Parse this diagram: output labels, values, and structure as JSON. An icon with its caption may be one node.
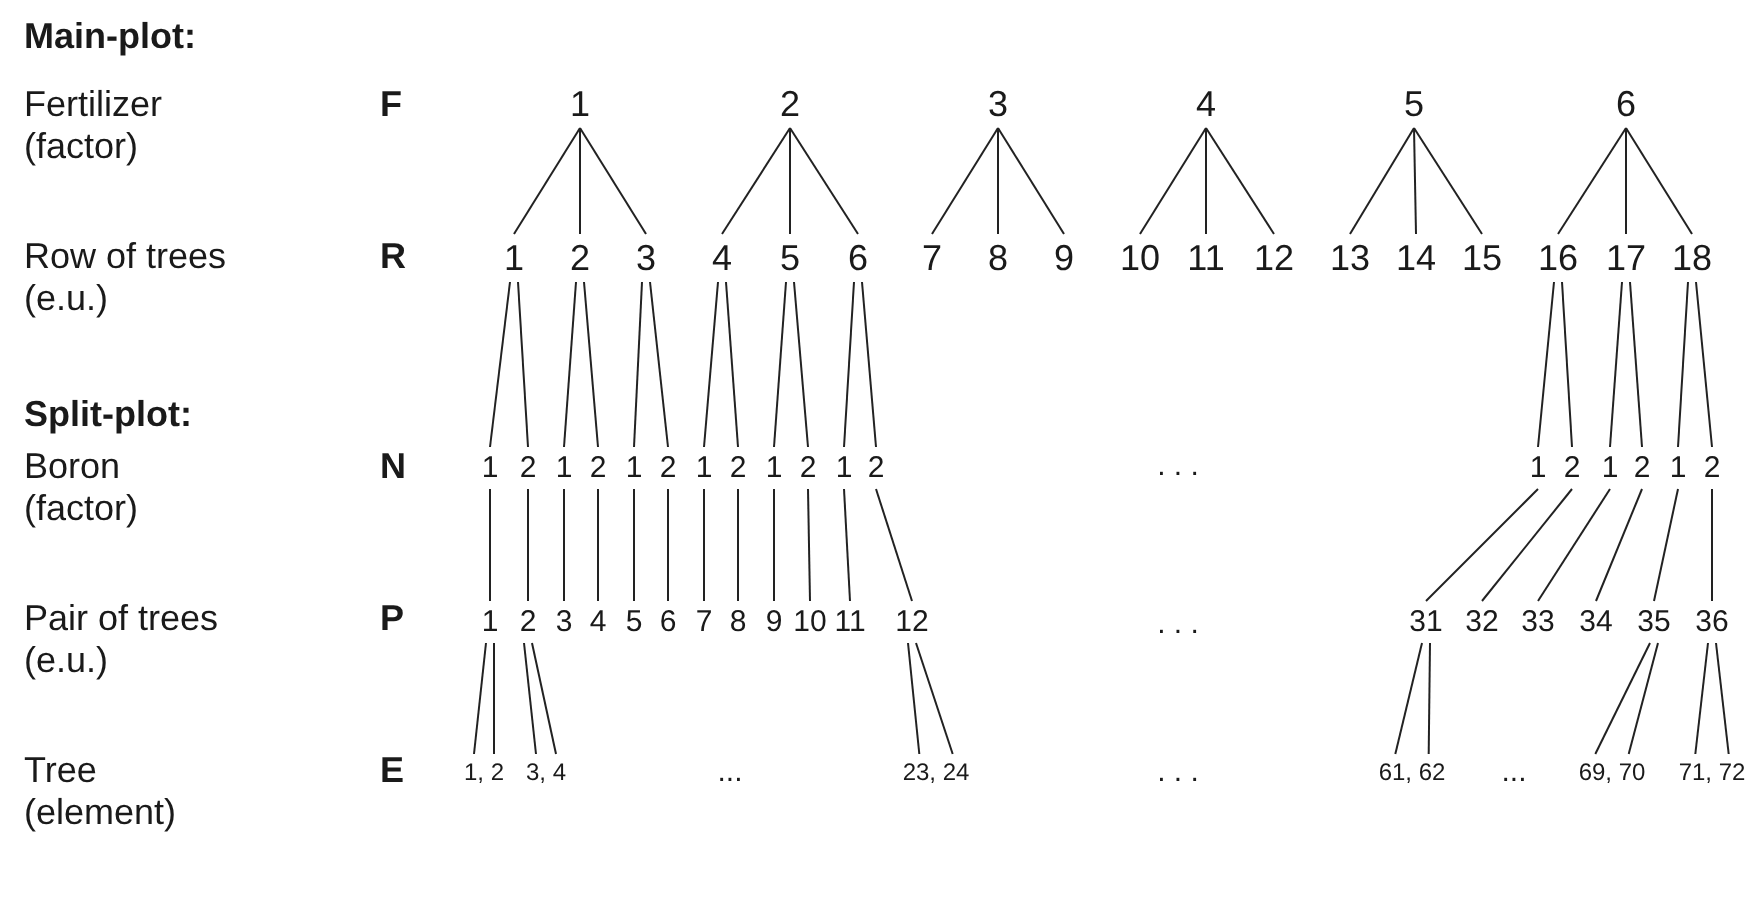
{
  "diagram": {
    "nodes": [
      {
        "text": [
          "1"
        ]
      },
      {
        "text": [
          "2"
        ]
      },
      {
        "text": [
          "3"
        ]
      },
      {
        "text": [
          "4"
        ]
      },
      {
        "text": [
          "5"
        ]
      },
      {
        "text": [
          "6"
        ]
      },
      {
        "text": [
          "1"
        ]
      },
      {
        "text": [
          "2"
        ]
      },
      {
        "text": [
          "3"
        ]
      },
      {
        "text": [
          "4"
        ]
      },
      {
        "text": [
          "5"
        ]
      },
      {
        "text": [
          "6"
        ]
      },
      {
        "text": [
          "7"
        ]
      },
      {
        "text": [
          "8"
        ]
      },
      {
        "text": [
          "9"
        ]
      },
      {
        "text": [
          "10"
        ]
      },
      {
        "text": [
          "11"
        ]
      },
      {
        "text": [
          "12"
        ]
      },
      {
        "text": [
          "13"
        ]
      },
      {
        "text": [
          "14"
        ]
      },
      {
        "text": [
          "15"
        ]
      },
      {
        "text": [
          "16"
        ]
      },
      {
        "text": [
          "17"
        ]
      },
      {
        "text": [
          "18"
        ]
      },
      {
        "text": [
          "1"
        ]
      },
      {
        "text": [
          "2"
        ]
      },
      {
        "text": [
          "1"
        ]
      },
      {
        "text": [
          "2"
        ]
      },
      {
        "text": [
          "1"
        ]
      },
      {
        "text": [
          "2"
        ]
      },
      {
        "text": [
          "1"
        ]
      },
      {
        "text": [
          "2"
        ]
      },
      {
        "text": [
          "1"
        ]
      },
      {
        "text": [
          "2"
        ]
      },
      {
        "text": [
          "1"
        ]
      },
      {
        "text": [
          "2"
        ]
      },
      {
        "text": [
          "1"
        ]
      },
      {
        "text": [
          "2"
        ]
      },
      {
        "text": [
          "1"
        ]
      },
      {
        "text": [
          "2"
        ]
      },
      {
        "text": [
          "1"
        ]
      },
      {
        "text": [
          "2"
        ]
      },
      {
        "text": [
          "1"
        ]
      },
      {
        "text": [
          "2"
        ]
      },
      {
        "text": [
          "3"
        ]
      },
      {
        "text": [
          "4"
        ]
      },
      {
        "text": [
          "5"
        ]
      },
      {
        "text": [
          "6"
        ]
      },
      {
        "text": [
          "7"
        ]
      },
      {
        "text": [
          "8"
        ]
      },
      {
        "text": [
          "9"
        ]
      },
      {
        "text": [
          "10"
        ]
      },
      {
        "text": [
          "11"
        ]
      },
      {
        "text": [
          "12"
        ]
      },
      {
        "text": [
          "31"
        ]
      },
      {
        "text": [
          "32"
        ]
      },
      {
        "text": [
          "33"
        ]
      },
      {
        "text": [
          "34"
        ]
      },
      {
        "text": [
          "35"
        ]
      },
      {
        "text": [
          "36"
        ]
      },
      {
        "text": [
          "1, 2"
        ]
      },
      {
        "text": [
          "3, 4"
        ]
      },
      {
        "text": [
          "23, 24"
        ]
      },
      {
        "text": [
          "61, 62"
        ]
      },
      {
        "text": [
          "69, 70"
        ]
      },
      {
        "text": [
          "71, 72"
        ]
      }
    ],
    "edges": [
      {
        "from": 0,
        "to": 6,
        "arrow": "none"
      },
      {
        "from": 0,
        "to": 7,
        "arrow": "none"
      },
      {
        "from": 0,
        "to": 8,
        "arrow": "none"
      },
      {
        "from": 1,
        "to": 9,
        "arrow": "none"
      },
      {
        "from": 1,
        "to": 10,
        "arrow": "none"
      },
      {
        "from": 1,
        "to": 11,
        "arrow": "none"
      },
      {
        "from": 2,
        "to": 12,
        "arrow": "none"
      },
      {
        "from": 2,
        "to": 13,
        "arrow": "none"
      },
      {
        "from": 2,
        "to": 14,
        "arrow": "none"
      },
      {
        "from": 3,
        "to": 15,
        "arrow": "none"
      },
      {
        "from": 3,
        "to": 16,
        "arrow": "none"
      },
      {
        "from": 3,
        "to": 17,
        "arrow": "none"
      },
      {
        "from": 4,
        "to": 18,
        "arrow": "none"
      },
      {
        "from": 4,
        "to": 19,
        "arrow": "none"
      },
      {
        "from": 4,
        "to": 20,
        "arrow": "none"
      },
      {
        "from": 5,
        "to": 21,
        "arrow": "none"
      },
      {
        "from": 5,
        "to": 22,
        "arrow": "none"
      },
      {
        "from": 5,
        "to": 23,
        "arrow": "none"
      },
      {
        "from": 6,
        "to": 24,
        "arrow": "none"
      },
      {
        "from": 6,
        "to": 25,
        "arrow": "none"
      },
      {
        "from": 7,
        "to": 26,
        "arrow": "none"
      },
      {
        "from": 7,
        "to": 27,
        "arrow": "none"
      },
      {
        "from": 8,
        "to": 28,
        "arrow": "none"
      },
      {
        "from": 8,
        "to": 29,
        "arrow": "none"
      },
      {
        "from": 9,
        "to": 30,
        "arrow": "none"
      },
      {
        "from": 9,
        "to": 31,
        "arrow": "none"
      },
      {
        "from": 10,
        "to": 32,
        "arrow": "none"
      },
      {
        "from": 10,
        "to": 33,
        "arrow": "none"
      },
      {
        "from": 11,
        "to": 34,
        "arrow": "none"
      },
      {
        "from": 11,
        "to": 35,
        "arrow": "none"
      },
      {
        "from": 21,
        "to": 36,
        "arrow": "none"
      },
      {
        "from": 21,
        "to": 37,
        "arrow": "none"
      },
      {
        "from": 22,
        "to": 38,
        "arrow": "none"
      },
      {
        "from": 22,
        "to": 39,
        "arrow": "none"
      },
      {
        "from": 23,
        "to": 40,
        "arrow": "none"
      },
      {
        "from": 23,
        "to": 41,
        "arrow": "none"
      },
      {
        "from": 24,
        "to": 42,
        "arrow": "none"
      },
      {
        "from": 25,
        "to": 43,
        "arrow": "none"
      },
      {
        "from": 26,
        "to": 44,
        "arrow": "none"
      },
      {
        "from": 27,
        "to": 45,
        "arrow": "none"
      },
      {
        "from": 28,
        "to": 46,
        "arrow": "none"
      },
      {
        "from": 29,
        "to": 47,
        "arrow": "none"
      },
      {
        "from": 30,
        "to": 48,
        "arrow": "none"
      },
      {
        "from": 31,
        "to": 49,
        "arrow": "none"
      },
      {
        "from": 32,
        "to": 50,
        "arrow": "none"
      },
      {
        "from": 33,
        "to": 51,
        "arrow": "none"
      },
      {
        "from": 34,
        "to": 52,
        "arrow": "none"
      },
      {
        "from": 35,
        "to": 53,
        "arrow": "none"
      },
      {
        "from": 36,
        "to": 54,
        "arrow": "none"
      },
      {
        "from": 37,
        "to": 55,
        "arrow": "none"
      },
      {
        "from": 38,
        "to": 56,
        "arrow": "none"
      },
      {
        "from": 39,
        "to": 57,
        "arrow": "none"
      },
      {
        "from": 40,
        "to": 58,
        "arrow": "none"
      },
      {
        "from": 41,
        "to": 59,
        "arrow": "none"
      },
      {
        "from": 42,
        "to": 60,
        "arrow": "none"
      },
      {
        "from": 42,
        "to": 60,
        "arrow": "none"
      },
      {
        "from": 43,
        "to": 61,
        "arrow": "none"
      },
      {
        "from": 43,
        "to": 61,
        "arrow": "none"
      },
      {
        "from": 53,
        "to": 62,
        "arrow": "none"
      },
      {
        "from": 53,
        "to": 62,
        "arrow": "none"
      },
      {
        "from": 54,
        "to": 63,
        "arrow": "none"
      },
      {
        "from": 54,
        "to": 63,
        "arrow": "none"
      },
      {
        "from": 58,
        "to": 64,
        "arrow": "none"
      },
      {
        "from": 58,
        "to": 64,
        "arrow": "none"
      },
      {
        "from": 59,
        "to": 65,
        "arrow": "none"
      },
      {
        "from": 59,
        "to": 65,
        "arrow": "none"
      }
    ],
    "labels": [
      "Main-plot:",
      "Fertilizer (factor)",
      "F",
      "Row of trees (e.u.)",
      "R",
      "Split-plot:",
      "Boron (factor)",
      "N",
      ". . .",
      "Pair of trees (e.u.)",
      "P",
      ". . .",
      "Tree (element)",
      "E",
      "...",
      ". . .",
      "..."
    ]
  }
}
